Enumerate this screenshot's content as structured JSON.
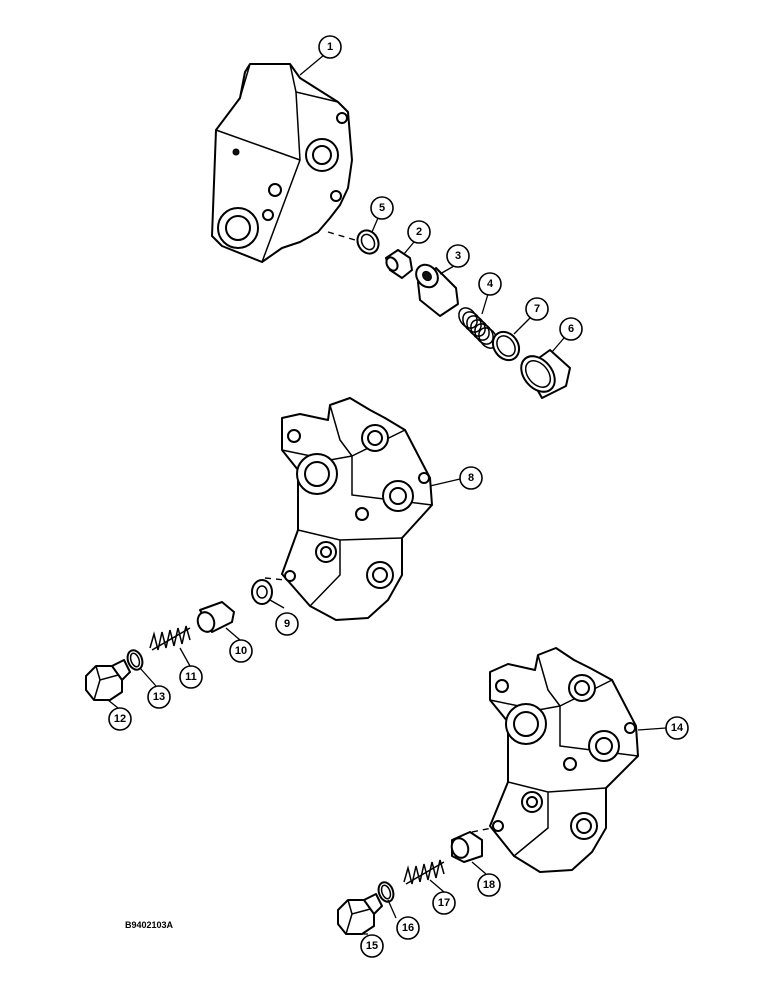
{
  "figure_id": "B9402103A",
  "callouts": [
    "1",
    "2",
    "3",
    "4",
    "5",
    "6",
    "7",
    "8",
    "9",
    "10",
    "11",
    "12",
    "13",
    "14",
    "15",
    "16",
    "17",
    "18"
  ],
  "parts": [
    "valve-housing",
    "poppet",
    "poppet-body",
    "spring",
    "backup-ring",
    "plug",
    "o-ring",
    "valve-section",
    "seat",
    "poppet",
    "spring",
    "plug",
    "o-ring",
    "valve-section",
    "plug",
    "o-ring",
    "spring",
    "poppet"
  ]
}
